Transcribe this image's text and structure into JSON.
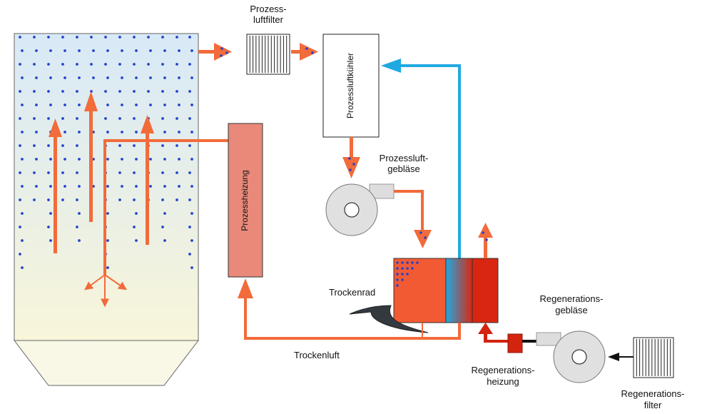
{
  "labels": {
    "prozessluftfilter_1": "Prozess-",
    "prozessluftfilter_2": "luftfilter",
    "prozessluftkuehler": "Prozessluftkühler",
    "prozessluftgeblaese_1": "Prozessluft-",
    "prozessluftgeblaese_2": "gebläse",
    "prozessheizung": "Prozessheizung",
    "trockenrad": "Trockenrad",
    "trockenluft": "Trockenluft",
    "regenerationsgeblaese_1": "Regenerations-",
    "regenerationsgeblaese_2": "gebläse",
    "regenerationsheizung_1": "Regenerations-",
    "regenerationsheizung_2": "heizung",
    "regenerationsfilter_1": "Regenerations-",
    "regenerationsfilter_2": "filter"
  },
  "colors": {
    "process_air": "#f26b3a",
    "cooling_air": "#1fa9e1",
    "regeneration_air": "#d4230f",
    "moisture_dots": "#2244cc",
    "heater_fill": "#e9897a",
    "wheel_fill": "#f25a34",
    "wheel_regen": "#d92610"
  },
  "icons": {
    "blower": "blower-icon",
    "filter": "filter-icon",
    "wheel_arrow": "rotation-arrow-icon"
  }
}
